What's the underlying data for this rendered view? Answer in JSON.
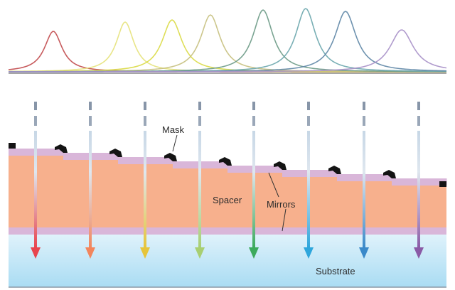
{
  "labels": {
    "mask": "Mask",
    "spacer": "Spacer",
    "mirrors": "Mirrors",
    "substrate": "Substrate"
  },
  "colors": {
    "spacer": "#f7b08d",
    "mirror": "#d9b6d9",
    "substrate_top": "#dff2fb",
    "substrate_bottom": "#a9dcf3",
    "mask": "#141414",
    "baseline": "#888888"
  },
  "channels": [
    {
      "color": "#c1494b",
      "arrow": "#e8454e"
    },
    {
      "color": "#e6e27a",
      "arrow": "#f2865d"
    },
    {
      "color": "#dada45",
      "arrow": "#e6c53a"
    },
    {
      "color": "#c6c07e",
      "arrow": "#a8cf72"
    },
    {
      "color": "#6b9a86",
      "arrow": "#3caa5c"
    },
    {
      "color": "#6aa6ad",
      "arrow": "#2ea6dc"
    },
    {
      "color": "#5e86a6",
      "arrow": "#3a89c9"
    },
    {
      "color": "#a790c8",
      "arrow": "#8a5aa6"
    }
  ]
}
